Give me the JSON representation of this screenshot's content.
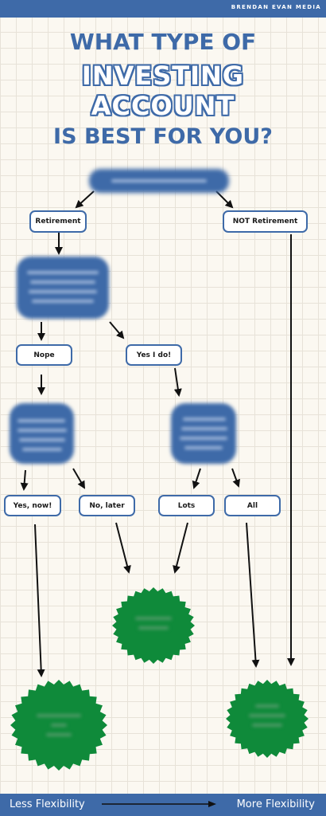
{
  "header": {
    "brand": "BRENDAN EVAN MEDIA"
  },
  "title": {
    "line1": "WHAT TYPE OF",
    "line2": "INVESTING",
    "line3": "ACCOUNT",
    "line4": "IS BEST FOR YOU?"
  },
  "nodes": {
    "retirement": "Retirement",
    "not_retirement": "NOT Retirement",
    "nope": "Nope",
    "yes_i_do": "Yes I do!",
    "yes_now": "Yes, now!",
    "no_later": "No, later",
    "lots": "Lots",
    "all": "All"
  },
  "footer": {
    "left": "Less Flexibility",
    "right": "More Flexibility"
  },
  "colors": {
    "primary": "#3e6aa8",
    "badge_green": "#0f8a3a",
    "background": "#fbf8f1"
  }
}
